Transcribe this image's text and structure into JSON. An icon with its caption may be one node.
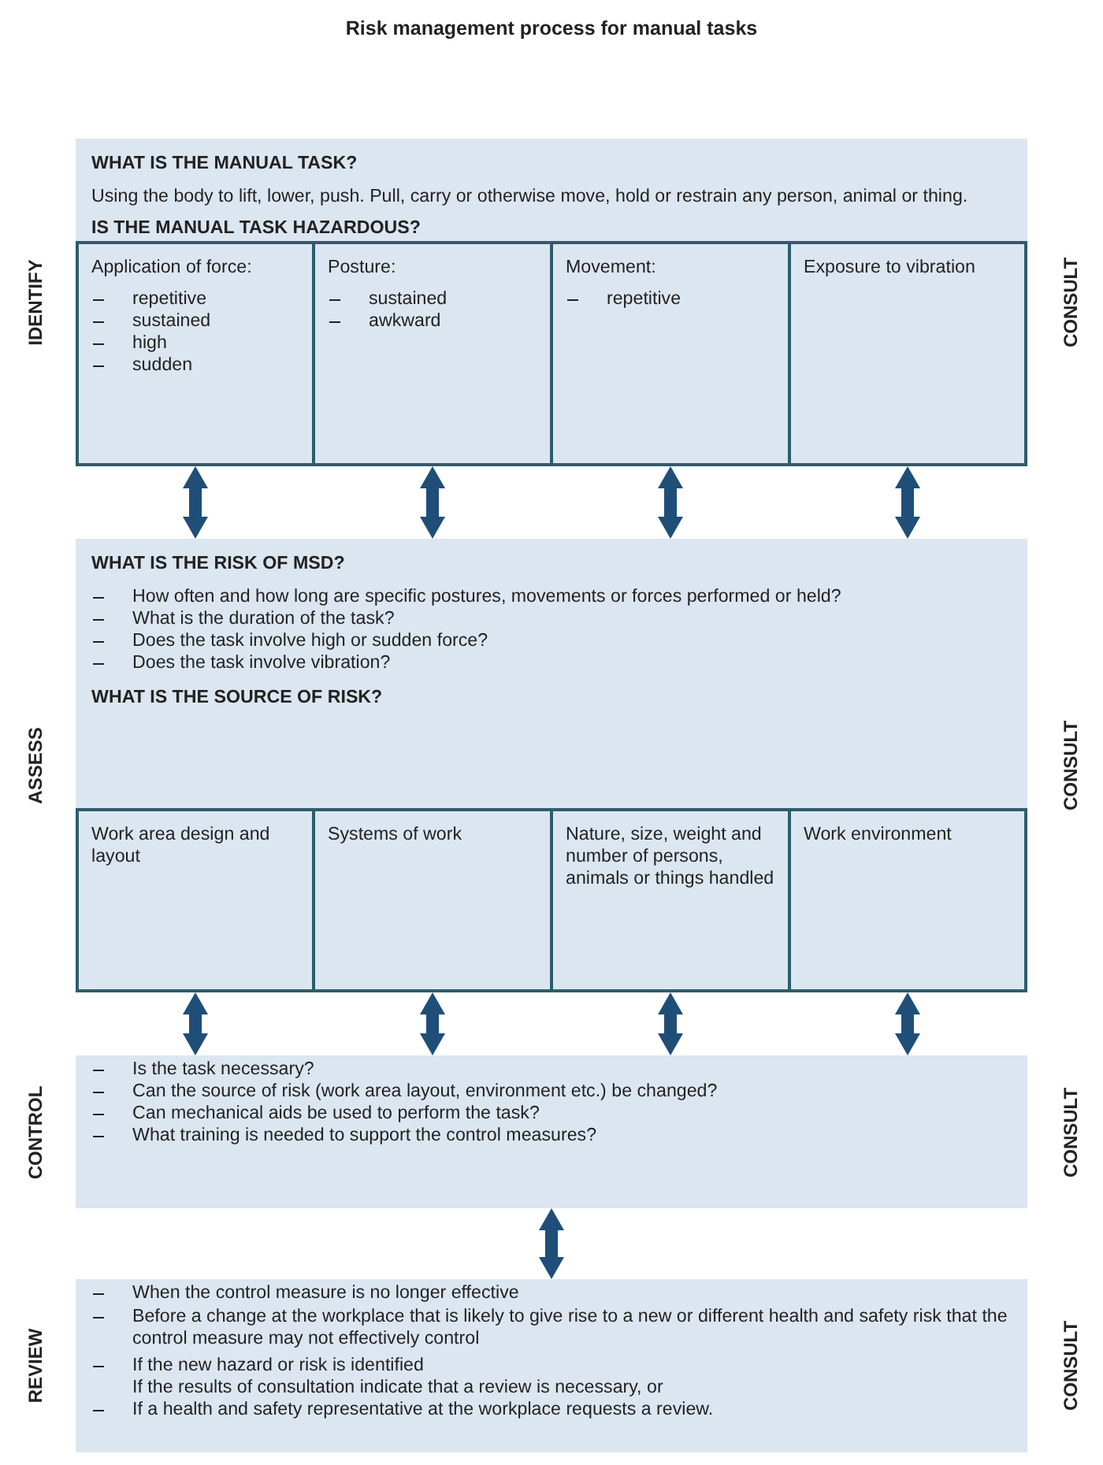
{
  "diagram": {
    "title": "Risk management process for manual tasks",
    "nodes": [
      {
        "text": [
          "WHAT IS THE MANUAL TASK?",
          "Using the body to lift, lower, push. Pull, carry or otherwise move, hold or restrain any person, animal or thing.",
          "IS THE MANUAL TASK HAZARDOUS?"
        ],
        "beside": [
          "IDENTIFY",
          "CONSULT"
        ]
      },
      {
        "text": [
          "Application of force:",
          "repetitive",
          "sustained",
          "high",
          "sudden"
        ],
        "in": 0
      },
      {
        "text": [
          "Posture:",
          "sustained",
          "awkward"
        ],
        "in": 0
      },
      {
        "text": [
          "Movement:",
          "repetitive"
        ],
        "in": 0
      },
      {
        "text": [
          "Exposure to vibration"
        ],
        "in": 0
      },
      {
        "text": [
          "WHAT IS THE RISK OF MSD?",
          "How often and how long are specific postures, movements or forces performed or held?",
          "What is the duration of the task?",
          "Does the task involve high or sudden force?",
          "Does the task involve vibration?",
          "WHAT IS THE SOURCE OF RISK?"
        ],
        "beside": [
          "ASSESS",
          "CONSULT"
        ]
      },
      {
        "text": [
          "Work area design and layout"
        ],
        "in": 5
      },
      {
        "text": [
          "Systems of work"
        ],
        "in": 5
      },
      {
        "text": [
          "Nature, size, weight and number of persons, animals or things handled"
        ],
        "in": 5
      },
      {
        "text": [
          "Work environment"
        ],
        "in": 5
      },
      {
        "text": [
          "Is the task necessary?",
          "Can the source of risk (work area layout, environment etc.) be changed?",
          "Can mechanical aids be used to perform the task?",
          "What training is needed to support the control measures?"
        ],
        "beside": [
          "CONTROL",
          "CONSULT"
        ]
      },
      {
        "text": [
          "When the control measure is no longer effective",
          "Before a change at the workplace that is likely to give rise to a new or different health and safety risk that the control measure may not effectively control",
          "If the new hazard or risk is identified",
          "If the results of consultation indicate that a review is necessary, or",
          "If a health and safety representative at the workplace requests a review."
        ],
        "beside": [
          "REVIEW",
          "CONSULT"
        ]
      }
    ],
    "edges": [
      {
        "from": 1,
        "to": 5,
        "arrow": "both"
      },
      {
        "from": 2,
        "to": 5,
        "arrow": "both"
      },
      {
        "from": 3,
        "to": 5,
        "arrow": "both"
      },
      {
        "from": 4,
        "to": 5,
        "arrow": "both"
      },
      {
        "from": 6,
        "to": 10,
        "arrow": "both"
      },
      {
        "from": 7,
        "to": 10,
        "arrow": "both"
      },
      {
        "from": 8,
        "to": 10,
        "arrow": "both"
      },
      {
        "from": 9,
        "to": 10,
        "arrow": "both"
      },
      {
        "from": 10,
        "to": 11,
        "arrow": "both"
      }
    ]
  }
}
